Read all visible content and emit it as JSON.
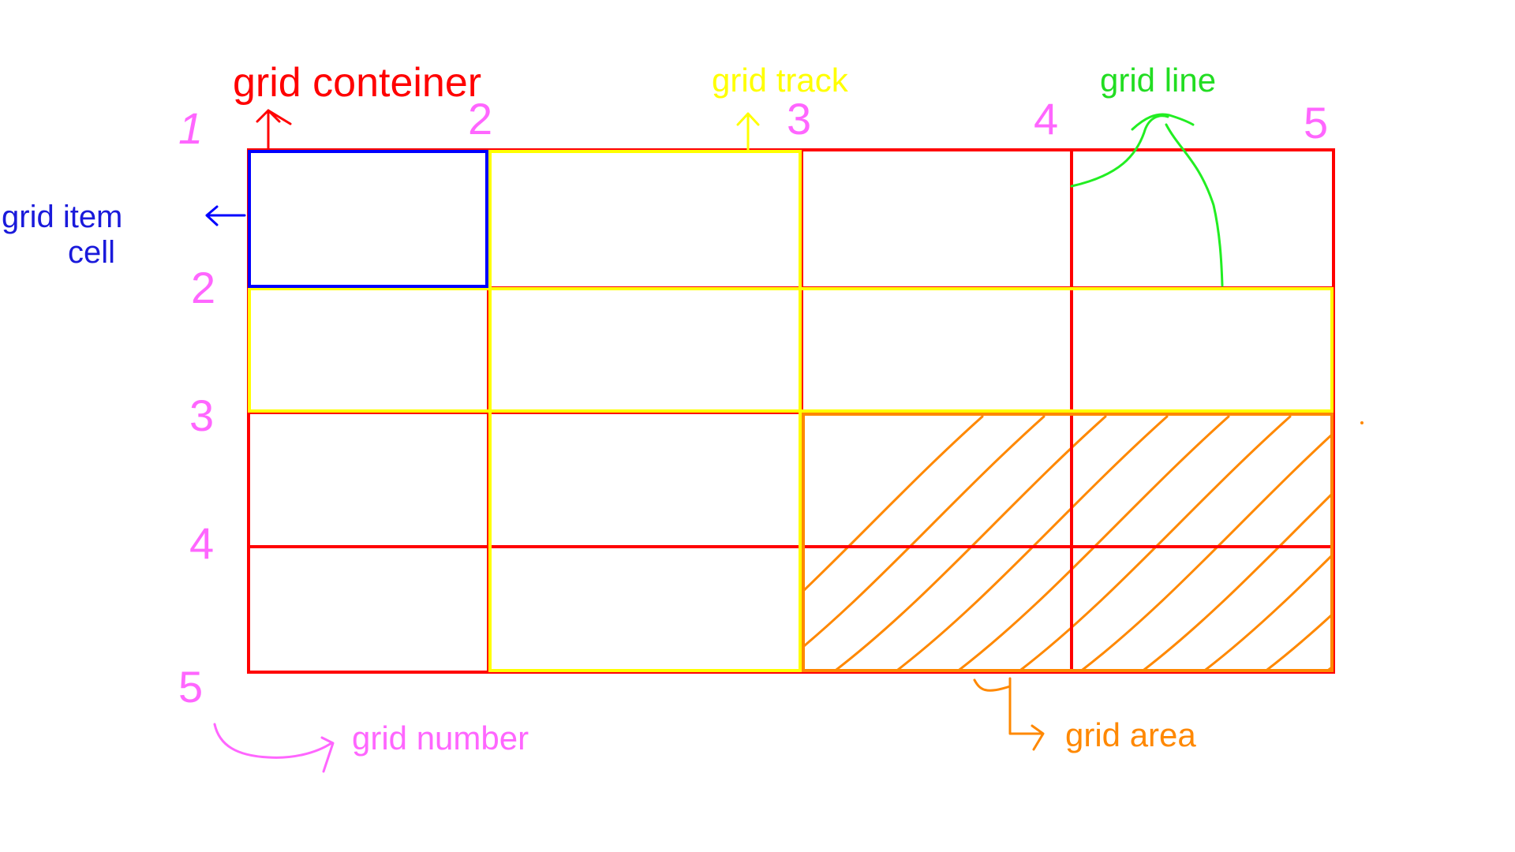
{
  "colors": {
    "container": "#ff0000",
    "item": "#0000ff",
    "track": "#ffff00",
    "line": "#00ff00",
    "number": "#ff66ff",
    "area": "#ff8800"
  },
  "labels": {
    "container": "grid conteiner",
    "track": "grid track",
    "line": "grid line",
    "item_line1": "grid item",
    "item_line2": "cell",
    "number": "grid number",
    "area": "grid area"
  },
  "column_numbers": [
    "1",
    "2",
    "3",
    "4",
    "5"
  ],
  "row_numbers": [
    "1",
    "2",
    "3",
    "4",
    "5"
  ],
  "grid": {
    "columns": 4,
    "rows": 4,
    "item_cell": {
      "row": 1,
      "col": 1
    },
    "track_column": 2,
    "track_row": 2,
    "area": {
      "row_start": 3,
      "row_end": 5,
      "col_start": 3,
      "col_end": 5
    }
  }
}
